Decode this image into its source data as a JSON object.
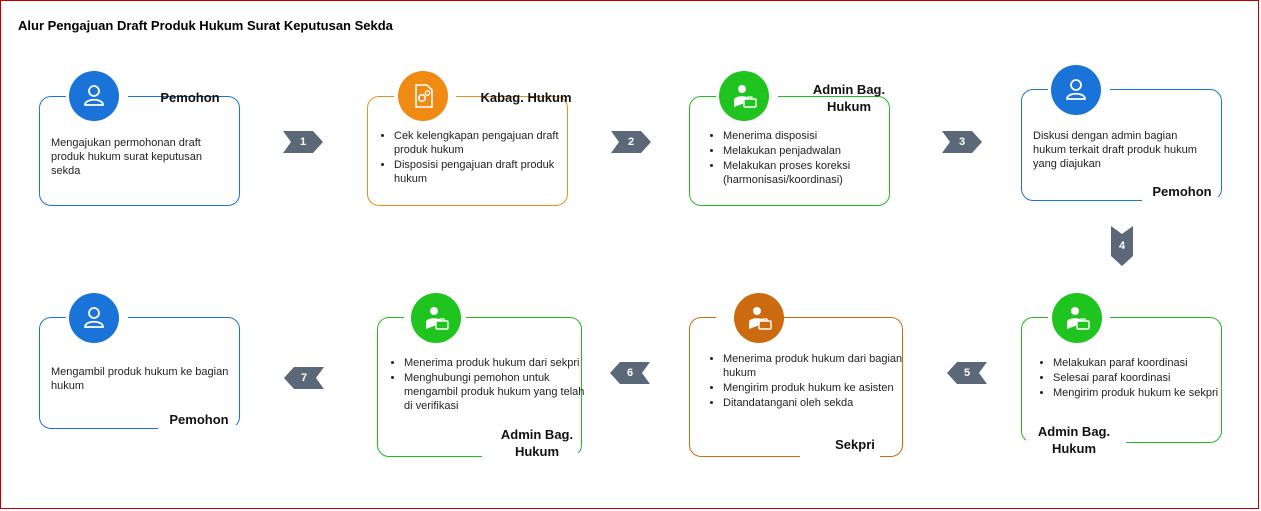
{
  "title": "Alur Pengajuan Draft Produk Hukum Surat Keputusan Sekda",
  "steps": [
    {
      "role": "Pemohon",
      "text": "Mengajukan permohonan draft produk hukum surat keputusan sekda",
      "icon": "user-icon"
    },
    {
      "role": "Kabag. Hukum",
      "items": [
        "Cek kelengkapan pengajuan draft produk hukum",
        "Disposisi pengajuan draft produk hukum"
      ],
      "icon": "gear-document-icon"
    },
    {
      "role": "Admin Bag. Hukum",
      "items": [
        "Menerima disposisi",
        "Melakukan penjadwalan",
        "Melakukan proses koreksi (harmonisasi/koordinasi)"
      ],
      "icon": "worker-briefcase-icon"
    },
    {
      "role": "Pemohon",
      "text": "Diskusi dengan admin bagian hukum terkait draft produk hukum yang diajukan",
      "icon": "user-icon"
    },
    {
      "role": "Admin Bag. Hukum",
      "items": [
        "Melakukan paraf koordinasi",
        "Selesai paraf koordinasi",
        "Mengirim produk hukum ke sekpri"
      ],
      "icon": "worker-briefcase-icon"
    },
    {
      "role": "Sekpri",
      "items": [
        "Menerima produk hukum dari bagian hukum",
        "Mengirim produk hukum ke asisten",
        "Ditandatangani oleh sekda"
      ],
      "icon": "worker-briefcase-icon"
    },
    {
      "role": "Admin Bag. Hukum",
      "items": [
        "Menerima produk hukum dari sekpri",
        "Menghubungi pemohon untuk mengambil produk hukum yang telah di verifikasi"
      ],
      "icon": "worker-briefcase-icon"
    },
    {
      "role": "Pemohon",
      "text": "Mengambil produk hukum ke bagian hukum",
      "icon": "user-icon"
    }
  ],
  "arrows": [
    "1",
    "2",
    "3",
    "4",
    "5",
    "6",
    "7"
  ],
  "colors": {
    "blue": "#1a73d9",
    "orange": "#f08a12",
    "green": "#1fc41f",
    "brown": "#cc6a10",
    "arrow": "#5a6878",
    "frame": "#c00000"
  }
}
